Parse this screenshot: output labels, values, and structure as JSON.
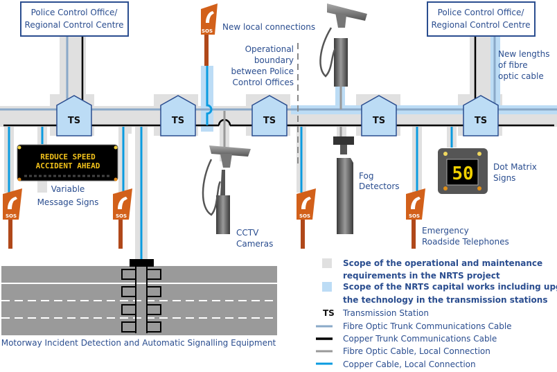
{
  "control_offices": [
    {
      "line1": "Police Control Office/",
      "line2": "Regional Control Centre"
    },
    {
      "line1": "Police Control Office/",
      "line2": "Regional Control Centre"
    }
  ],
  "transmission_stations": [
    "TS",
    "TS",
    "TS",
    "TS",
    "TS"
  ],
  "annotations": {
    "new_local_connections": "New local connections",
    "boundary": [
      "Operational",
      "boundary",
      "between Police",
      "Control Offices"
    ],
    "new_fibre": [
      "New lengths",
      "of fibre",
      "optic cable"
    ]
  },
  "equipment": {
    "vms": {
      "line1": "REDUCE SPEED",
      "line2": "ACCIDENT AHEAD",
      "label": [
        "Variable",
        "Message Signs"
      ]
    },
    "cctv": {
      "label": [
        "CCTV",
        "Cameras"
      ]
    },
    "fog": {
      "label": [
        "Fog",
        "Detectors"
      ]
    },
    "dot_matrix": {
      "display": "50",
      "label": [
        "Dot Matrix",
        "Signs"
      ]
    },
    "ert": {
      "label": [
        "Emergency",
        "Roadside Telephones"
      ]
    },
    "sos_text": "SOS",
    "midas_label": "Motorway Incident Detection and Automatic Signalling Equipment"
  },
  "legend": [
    {
      "icon": "grey-swatch",
      "lines": [
        "Scope of the operational and maintenance",
        "requirements in the NRTS project"
      ],
      "bold": true
    },
    {
      "icon": "light-blue-swatch",
      "lines": [
        "Scope of the NRTS capital works including upgrading",
        "the technology in the transmission stations"
      ],
      "bold": true
    },
    {
      "icon": "ts-abbrev",
      "symbol": "TS",
      "lines": [
        "Transmission Station"
      ],
      "bold": false
    },
    {
      "icon": "fibre-trunk-line",
      "lines": [
        "Fibre Optic Trunk Communications Cable"
      ],
      "bold": false
    },
    {
      "icon": "copper-trunk-line",
      "lines": [
        "Copper Trunk Communications Cable"
      ],
      "bold": false
    },
    {
      "icon": "fibre-local-line",
      "lines": [
        "Fibre Optic Cable, Local Connection"
      ],
      "bold": false
    },
    {
      "icon": "copper-local-line",
      "lines": [
        "Copper Cable, Local Connection"
      ],
      "bold": false
    }
  ],
  "colors": {
    "text": "#2a4d8f",
    "scope_grey": "#e0e0e0",
    "scope_blue": "#bcdcf5",
    "fibre_trunk": "#8aa9c8",
    "copper_trunk": "#000000",
    "fibre_local": "#999999",
    "copper_local": "#0a9be0",
    "sos_orange": "#d2601a",
    "road": "#9a9a9a"
  }
}
